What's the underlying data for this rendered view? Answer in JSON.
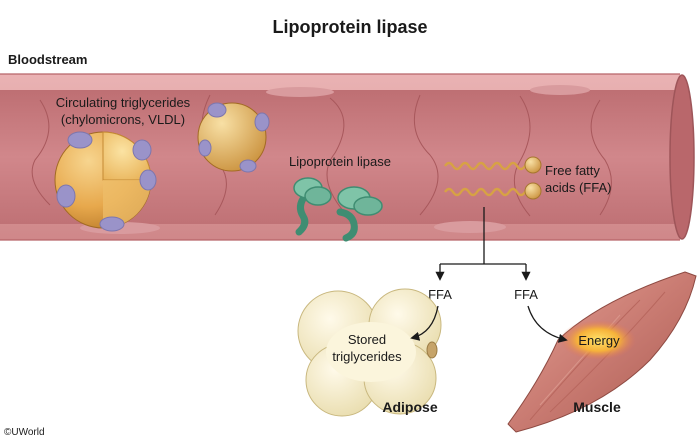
{
  "title": "Lipoprotein lipase",
  "region_label": "Bloodstream",
  "labels": {
    "circulating_line1": "Circulating triglycerides",
    "circulating_line2": "(chylomicrons, VLDL)",
    "lpl": "Lipoprotein lipase",
    "ffa_line1": "Free fatty",
    "ffa_line2": "acids (FFA)",
    "ffa_left": "FFA",
    "ffa_right": "FFA",
    "stored_line1": "Stored",
    "stored_line2": "triglycerides",
    "energy": "Energy",
    "adipose": "Adipose",
    "muscle": "Muscle"
  },
  "copyright": "©UWorld",
  "colors": {
    "vessel_wall": "#e3a3a5",
    "vessel_lumen": "#c9797d",
    "lipoprotein": "#e7a84c",
    "apoprotein": "#9a93c9",
    "enzyme": "#6fb59a",
    "fatty_acid": "#e4b35a",
    "adipose": "#f6efc9",
    "muscle": "#c97b72",
    "energy_glow": "#f2a23a"
  }
}
